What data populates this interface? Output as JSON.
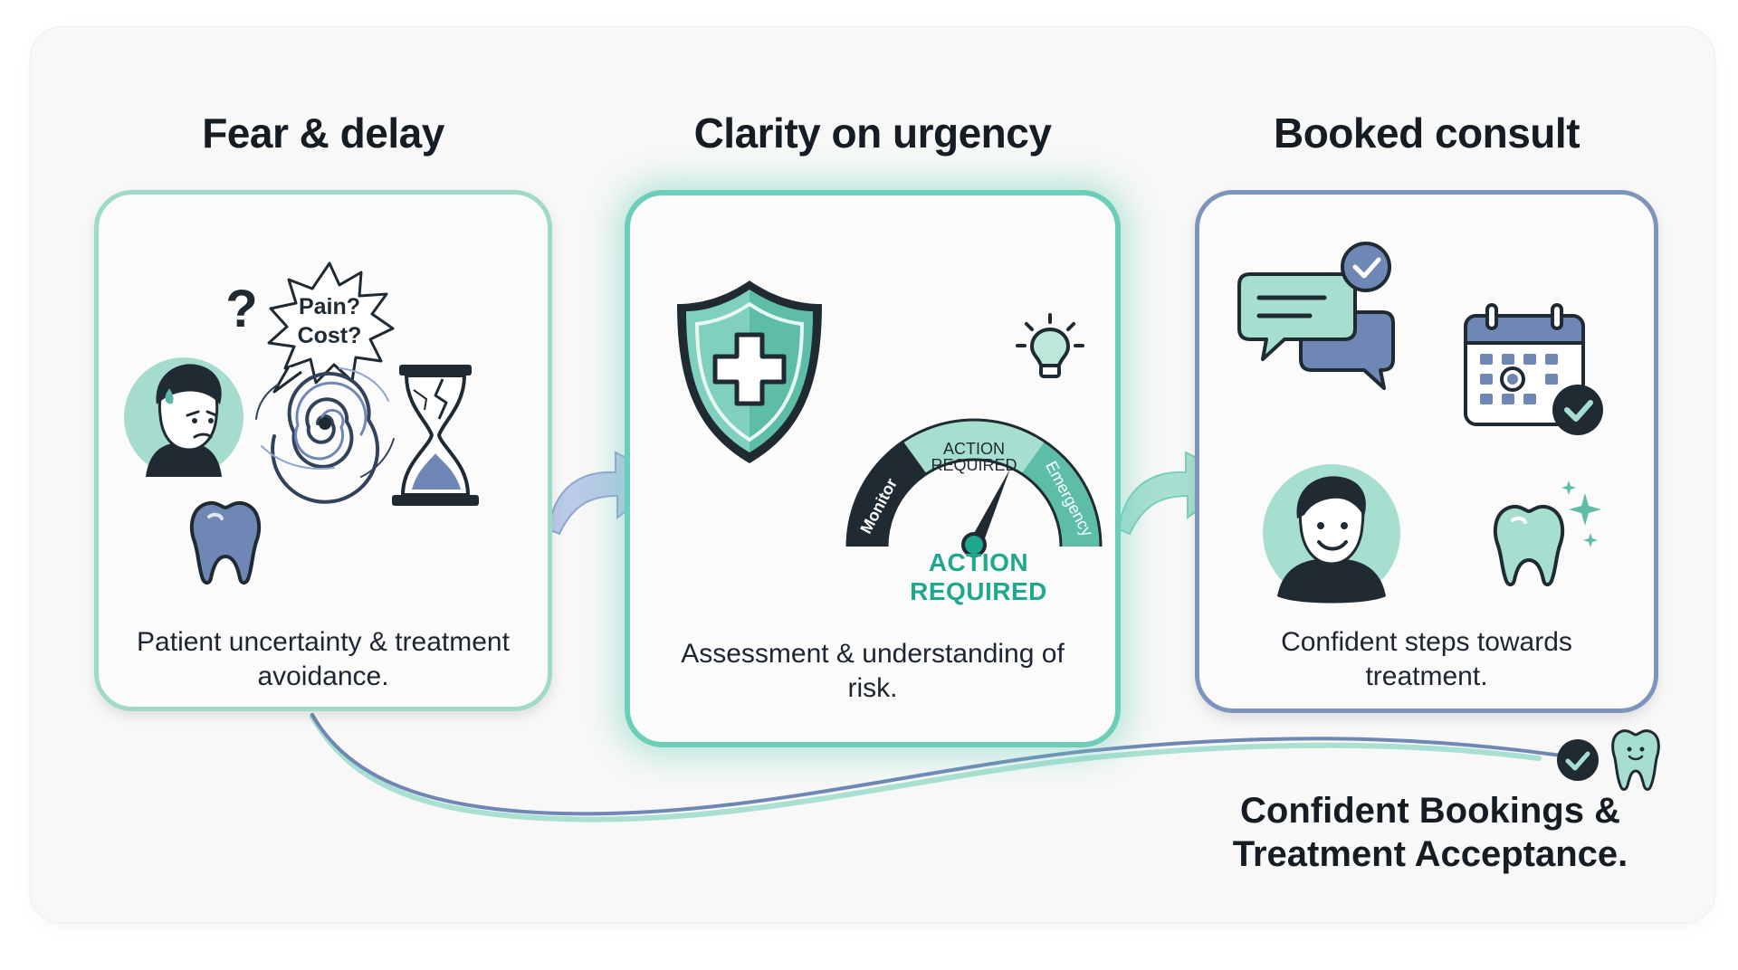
{
  "stages": [
    {
      "title": "Fear & delay",
      "caption": "Patient uncertainty & treatment avoidance.",
      "speech_bubble": [
        "Pain?",
        "Cost?"
      ]
    },
    {
      "title": "Clarity on urgency",
      "caption": "Assessment & understanding of risk.",
      "gauge": {
        "segments": [
          "Monitor",
          "ACTION REQUIRED",
          "Emergency"
        ],
        "status": "ACTION REQUIRED"
      }
    },
    {
      "title": "Booked consult",
      "caption": "Confident steps towards treatment."
    }
  ],
  "outcome": "Confident Bookings & Treatment Acceptance.",
  "colors": {
    "teal": "#6ccdb8",
    "mint": "#9fd9ca",
    "slate_blue": "#7d94bf",
    "dark": "#1f2a33",
    "status_teal": "#1fa88e"
  },
  "icons": [
    "question-mark-icon",
    "speech-bubble-icon",
    "worried-person-icon",
    "tooth-icon",
    "swirl-icon",
    "broken-hourglass-icon",
    "shield-cross-icon",
    "lightbulb-icon",
    "urgency-gauge-icon",
    "chat-bubbles-icon",
    "calendar-check-icon",
    "smiling-person-icon",
    "sparkle-tooth-icon",
    "check-badge-icon",
    "happy-tooth-icon"
  ]
}
